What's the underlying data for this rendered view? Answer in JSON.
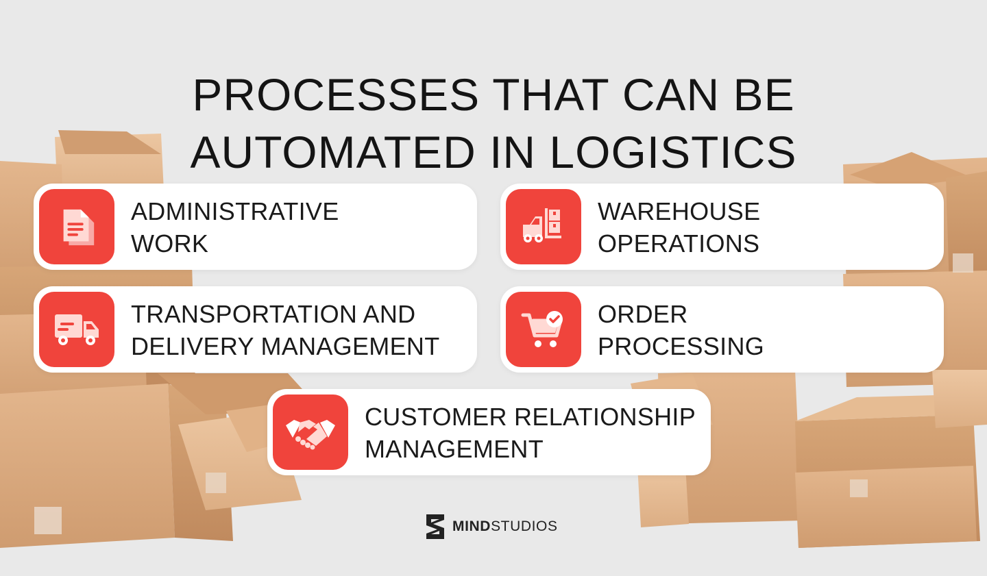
{
  "title": {
    "line1": "PROCESSES THAT CAN BE",
    "line2": "AUTOMATED IN LOGISTICS"
  },
  "cards": [
    {
      "icon": "document-icon",
      "line1": "ADMINISTRATIVE",
      "line2": "WORK"
    },
    {
      "icon": "forklift-icon",
      "line1": "WAREHOUSE",
      "line2": "OPERATIONS"
    },
    {
      "icon": "delivery-truck-icon",
      "line1": "TRANSPORTATION AND",
      "line2": "DELIVERY MANAGEMENT"
    },
    {
      "icon": "shopping-cart-check-icon",
      "line1": "ORDER",
      "line2": "PROCESSING"
    },
    {
      "icon": "handshake-icon",
      "line1": "CUSTOMER RELATIONSHIP",
      "line2": "MANAGEMENT"
    }
  ],
  "logo": {
    "bold": "MIND",
    "regular": "STUDIOS"
  },
  "colors": {
    "accent": "#f0443c",
    "card": "#ffffff",
    "background": "#e9e9e9",
    "box": "#d9a97c"
  }
}
